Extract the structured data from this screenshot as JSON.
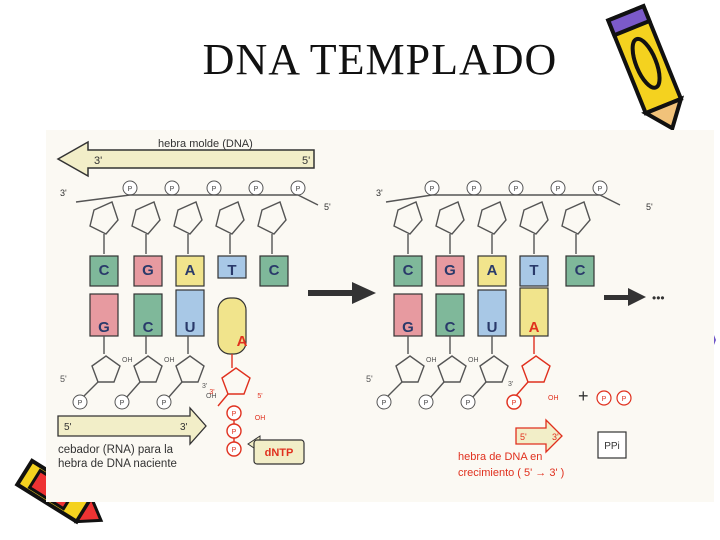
{
  "slide": {
    "title": "DNA TEMPLADO"
  },
  "diagram": {
    "template_strand_label": "hebra molde (DNA)",
    "template_3p": "3'",
    "template_5p": "5'",
    "phosphate": "P",
    "top_bases": [
      "C",
      "G",
      "A",
      "T",
      "C"
    ],
    "bottom_bases_left": [
      "G",
      "C",
      "U",
      "A"
    ],
    "bottom_bases_right": [
      "G",
      "C",
      "U",
      "A"
    ],
    "primer_3p": "3'",
    "primer_5p": "5'",
    "primer_label_1": "cebador (RNA) para la",
    "primer_label_2": "hebra de DNA naciente",
    "oh": "OH",
    "dntp_label": "dNTP",
    "growing_label_1": "hebra de DNA en",
    "growing_label_2": "crecimiento ( 5' → 3' )",
    "growing_5p": "5'",
    "growing_3p": "3'",
    "ppi_label": "PPi",
    "plus": "+",
    "ellipsis": "•••",
    "colors": {
      "C": "#7fb89a",
      "G": "#e79aa0",
      "A": "#f1e48c",
      "T": "#a8c8e6",
      "U": "#a8c8e6",
      "arrow_fill": "#f2eec8",
      "red": "#e0301e"
    }
  }
}
